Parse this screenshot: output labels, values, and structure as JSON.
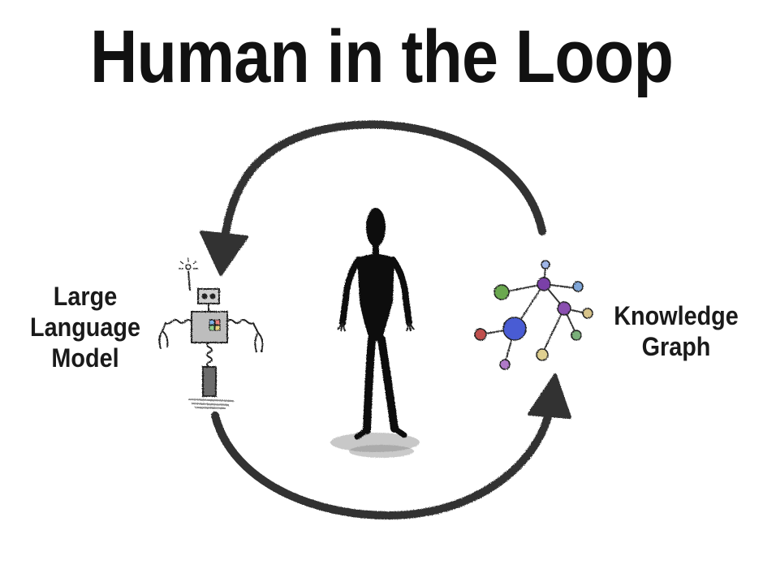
{
  "title": "Human in the Loop",
  "left_node": {
    "label_lines": [
      "Large",
      "Language",
      "Model"
    ],
    "icon": "robot-icon"
  },
  "right_node": {
    "label_lines": [
      "Knowledge",
      "Graph"
    ],
    "icon": "graph-network-icon"
  },
  "center_node": {
    "icon": "human-figure-icon"
  },
  "colors": {
    "ink": "#1a1a1a",
    "arrow": "#3a3a3a",
    "graph_purple": "#7a3fa8",
    "graph_green": "#6aa84f",
    "graph_blue": "#4a5bd4",
    "graph_red": "#c0504d",
    "graph_tan": "#d8c48a"
  }
}
